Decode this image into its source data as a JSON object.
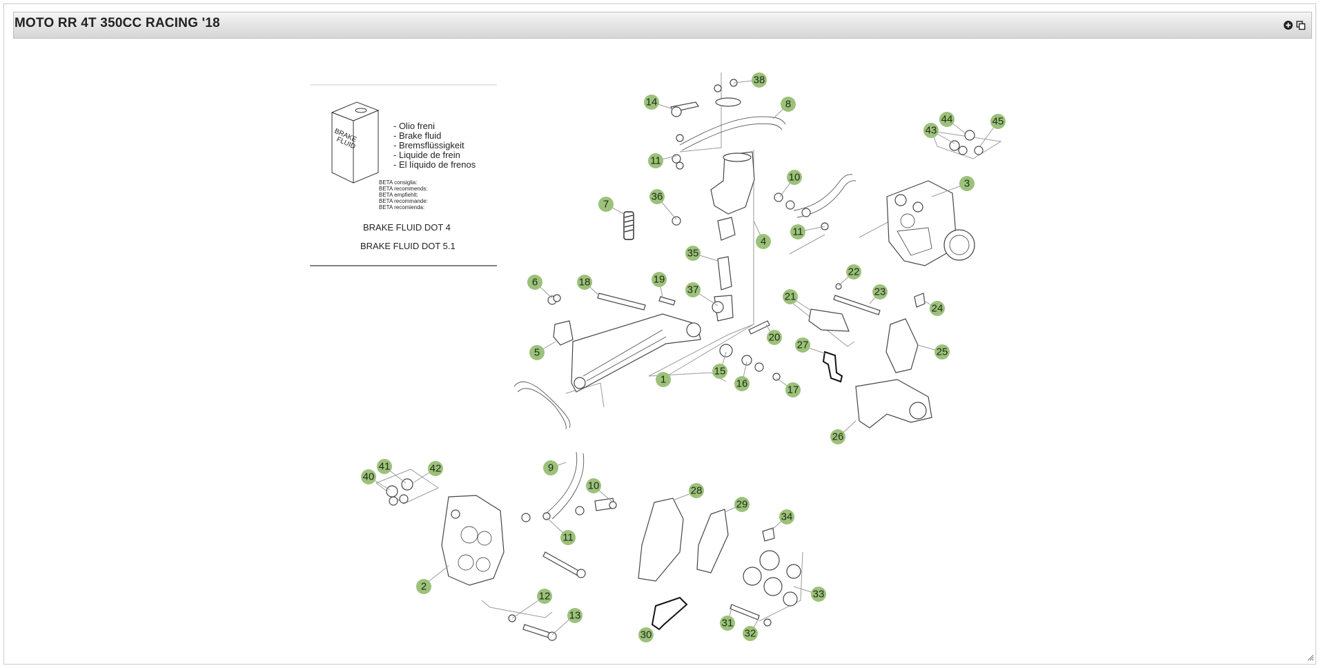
{
  "window": {
    "title": "MOTO RR 4T 350CC RACING '18"
  },
  "controls": {
    "expand": "plus-circle-icon",
    "popout": "popout-icon",
    "resize": "resize-grip-icon"
  },
  "legend": {
    "box_label_line1": "BRAKE",
    "box_label_line2": "FLUID",
    "fluid_names": [
      "- Olio freni",
      "- Brake fluid",
      "- Bremsflüssigkeit",
      "- Liquide de frein",
      "- El líquido de frenos"
    ],
    "advice_lines": [
      "BETA consiglia:",
      "BETA recommends:",
      "BETA empfiehlt:",
      "BETA recommande:",
      "BETA recomienda:"
    ],
    "spec1": "BRAKE FLUID DOT 4",
    "spec2": "BRAKE FLUID DOT 5.1"
  },
  "colors": {
    "callout": "#9cc17b",
    "titlebar": "#e3e3e3"
  },
  "callouts": [
    "1",
    "2",
    "3",
    "4",
    "5",
    "6",
    "7",
    "8",
    "9",
    "10",
    "10",
    "11",
    "11",
    "11",
    "11",
    "12",
    "13",
    "14",
    "15",
    "16",
    "17",
    "18",
    "19",
    "20",
    "21",
    "22",
    "23",
    "24",
    "25",
    "26",
    "27",
    "28",
    "29",
    "30",
    "31",
    "32",
    "33",
    "34",
    "35",
    "36",
    "37",
    "38",
    "40",
    "41",
    "42",
    "43",
    "44",
    "45"
  ]
}
